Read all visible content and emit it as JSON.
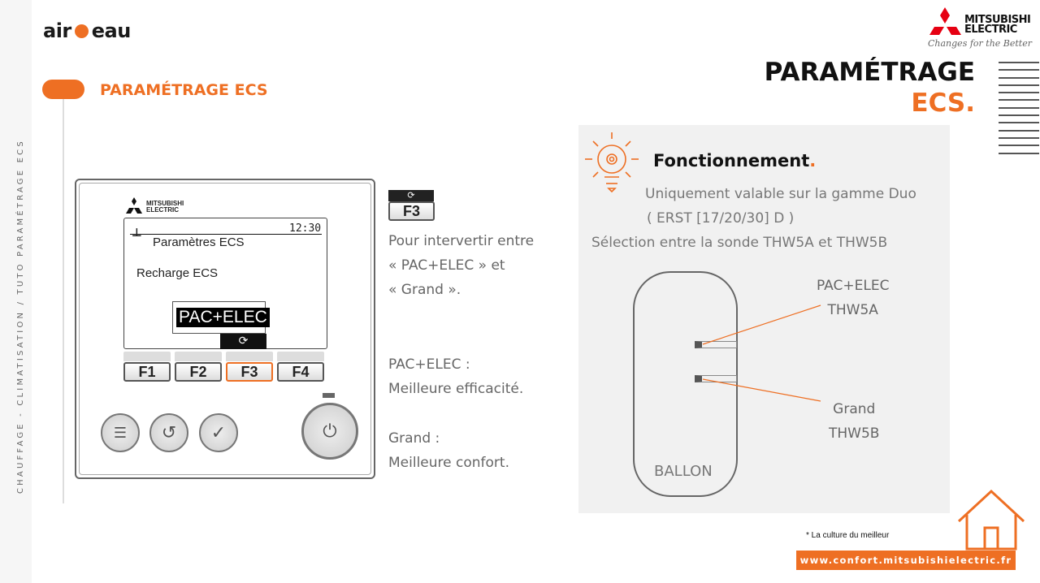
{
  "sidebar": {
    "breadcrumb": "CHAUFFAGE - CLIMATISATION / TUTO PARAMÉTRAGE ECS"
  },
  "logo": {
    "left": "air",
    "right": "eau"
  },
  "section_title": "PARAMÉTRAGE ECS",
  "main_title": {
    "line1": "PARAMÉTRAGE",
    "line2": "ECS."
  },
  "brand": {
    "name1": "MITSUBISHI",
    "name2": "ELECTRIC",
    "tagline": "Changes for the Better"
  },
  "device": {
    "brand1": "MITSUBISHI",
    "brand2": "ELECTRIC",
    "time": "12:30",
    "screen_title": "Paramètres ECS",
    "menu_item": "Recharge ECS",
    "value": "PAC+ELEC",
    "fkeys": [
      "F1",
      "F2",
      "F3",
      "F4"
    ]
  },
  "instructions": {
    "key": "F3",
    "text": [
      "Pour intervertir entre",
      "« PAC+ELEC » et",
      "« Grand »."
    ],
    "opt1": [
      "PAC+ELEC :",
      "Meilleure efficacité."
    ],
    "opt2": [
      "Grand :",
      "Meilleure confort."
    ]
  },
  "panel": {
    "title": "Fonctionnement",
    "title_dot": ".",
    "lines": [
      "Uniquement valable sur la gamme Duo",
      "( ERST [17/20/30] D )",
      "Sélection entre la sonde THW5A et THW5B"
    ],
    "diagram": {
      "tank": "BALLON",
      "sensor_a_name": "PAC+ELEC",
      "sensor_a": "THW5A",
      "sensor_b_name": "Grand",
      "sensor_b": "THW5B"
    }
  },
  "footnote": "* La culture du meilleur",
  "footer_url": "www.confort.mitsubishielectric.fr",
  "colors": {
    "accent": "#ee6f23"
  }
}
